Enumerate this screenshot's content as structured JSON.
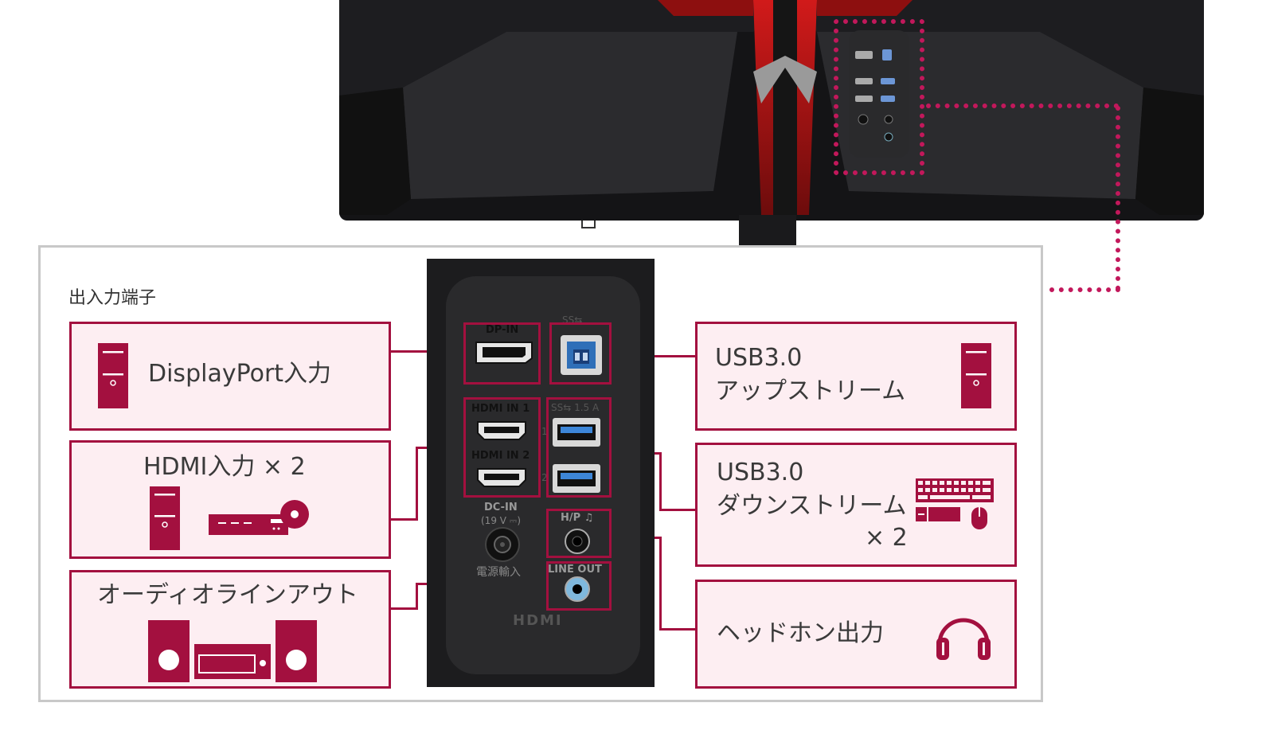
{
  "section_title": "出入力端子",
  "left_boxes": {
    "displayport": "DisplayPort入力",
    "hdmi": "HDMI入力 × 2",
    "audio": "オーディオラインアウト"
  },
  "right_boxes": {
    "usb_up_line1": "USB3.0",
    "usb_up_line2": "アップストリーム",
    "usb_down_line1": "USB3.0",
    "usb_down_line2": "ダウンストリーム",
    "usb_down_line3": "× 2",
    "headphone": "ヘッドホン出力"
  },
  "port_labels": {
    "dp_in": "DP-IN",
    "hdmi_in_1": "HDMI IN 1",
    "hdmi_in_2": "HDMI IN 2",
    "dc_in": "DC-IN",
    "dc_volt": "(19 V ⎓)",
    "hp": "H/P ♫",
    "line_out": "LINE OUT",
    "power_jp": "電源輸入",
    "hdmi_logo": "HDMI",
    "num1": "1",
    "num2": "2",
    "usb_ss": "SS⇆ 1.5 A"
  },
  "colors": {
    "accent": "#a3103f",
    "box_fill": "#fdeef2",
    "dotted": "#c2185b",
    "usb_blue": "#2f6fb8"
  }
}
